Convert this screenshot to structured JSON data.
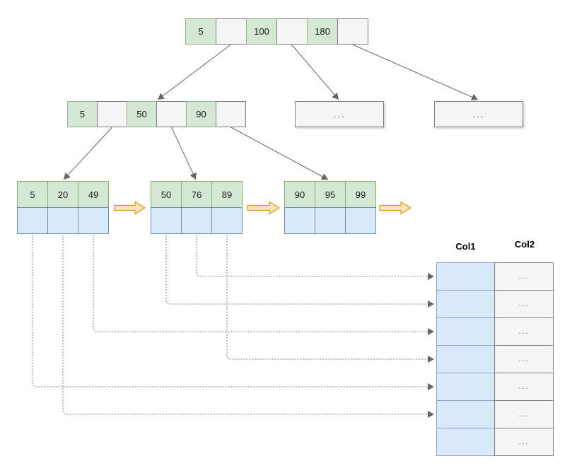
{
  "tree": {
    "root_node": {
      "cells": [
        "5",
        "",
        "100",
        "",
        "180",
        ""
      ]
    },
    "internal_node": {
      "cells": [
        "5",
        "",
        "50",
        "",
        "90",
        ""
      ]
    },
    "ellipsis_node_1": {
      "label": "..."
    },
    "ellipsis_node_2": {
      "label": "..."
    },
    "leaf_nodes": [
      {
        "keys": [
          "5",
          "20",
          "49"
        ]
      },
      {
        "keys": [
          "50",
          "76",
          "89"
        ]
      },
      {
        "keys": [
          "90",
          "95",
          "99"
        ]
      }
    ]
  },
  "table": {
    "column_headers": [
      "Col1",
      "Col2"
    ],
    "rows": [
      {
        "col1": "",
        "col2": "..."
      },
      {
        "col1": "",
        "col2": "..."
      },
      {
        "col1": "",
        "col2": "..."
      },
      {
        "col1": "",
        "col2": "..."
      },
      {
        "col1": "",
        "col2": "..."
      },
      {
        "col1": "",
        "col2": "..."
      },
      {
        "col1": "",
        "col2": "..."
      }
    ]
  },
  "icons": {
    "next_leaf_arrow": "block-arrow-right",
    "edge_arrowhead": "filled-triangle-arrowhead"
  },
  "colors": {
    "key_cell_green": "#d5e8d4",
    "key_cell_green_border": "#82b366",
    "pointer_cell_gray": "#f5f5f5",
    "pointer_cell_gray_border": "#7f7f7f",
    "leaf_pointer_blue": "#dae8fc",
    "leaf_pointer_blue_border": "#6c8ebf",
    "next_arrow_fill": "#fbe3bb",
    "next_arrow_stroke": "#d79b00",
    "edge_line": "#666666",
    "dashed_line": "#7f7f7f",
    "ellipsis_text": "#595959"
  }
}
